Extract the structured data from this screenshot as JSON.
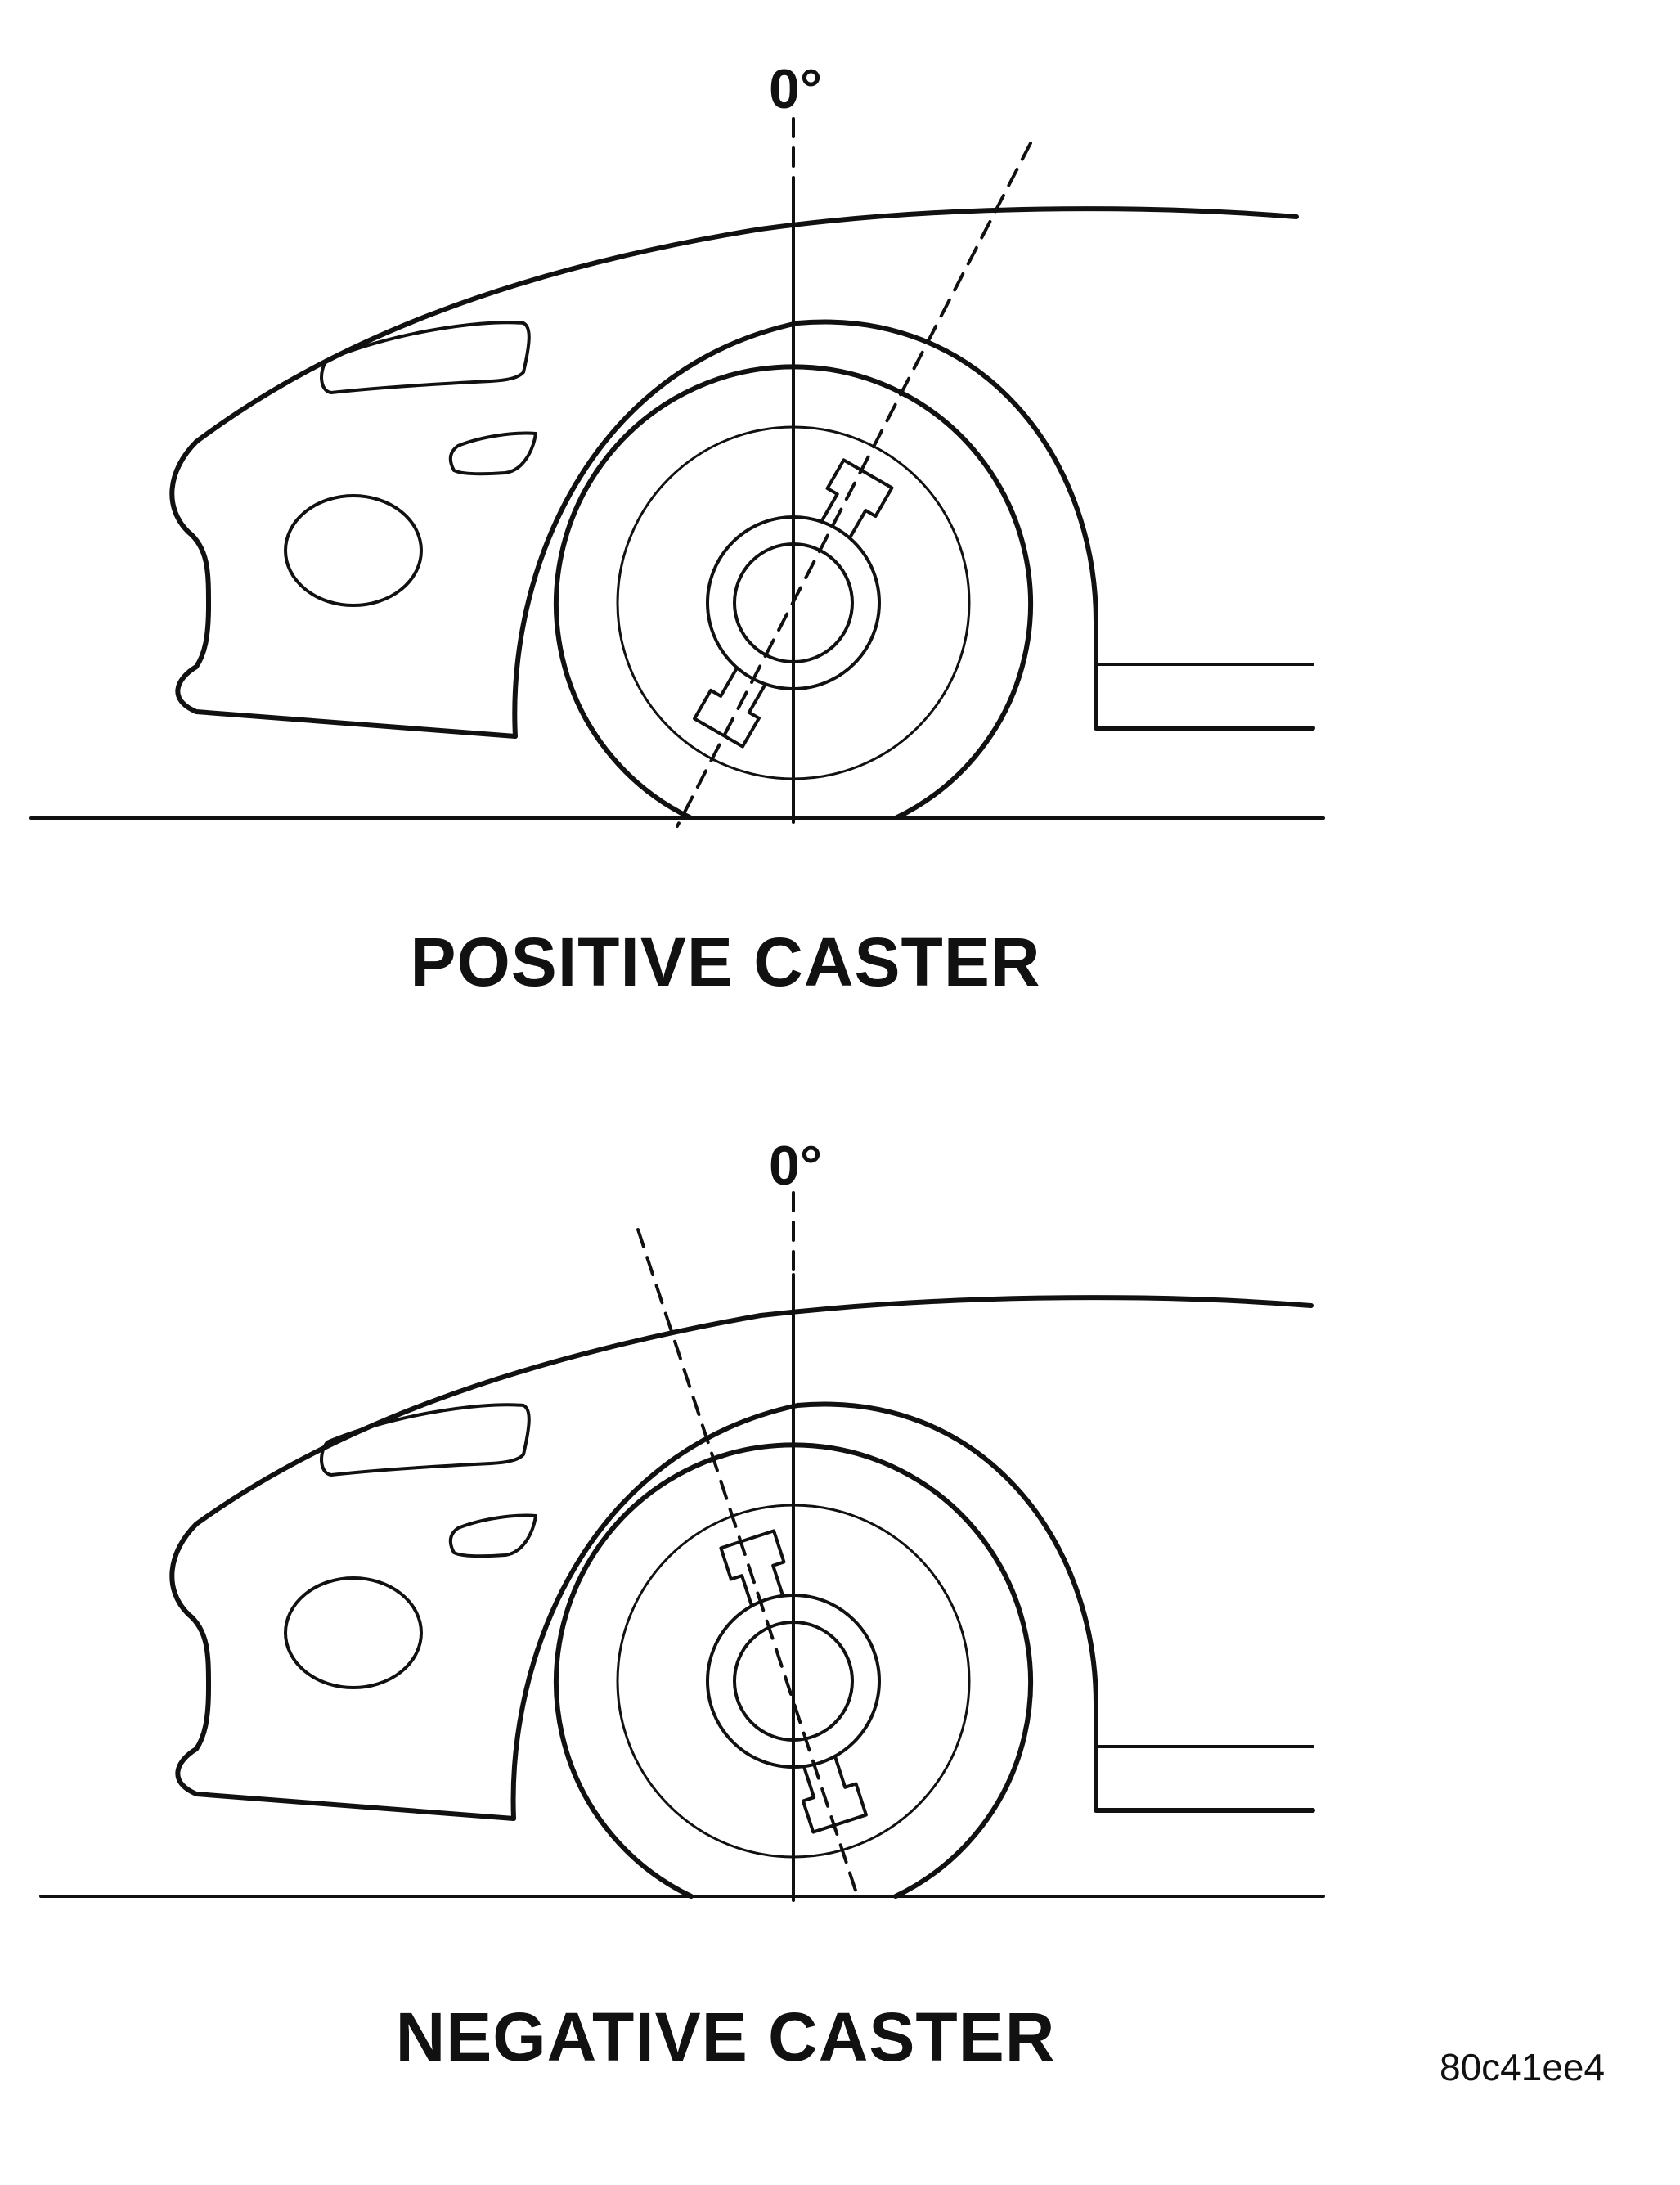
{
  "figure": {
    "panels": [
      {
        "id": "positive",
        "reference_label": "0°",
        "caption": "POSITIVE CASTER"
      },
      {
        "id": "negative",
        "reference_label": "0°",
        "caption": "NEGATIVE CASTER"
      }
    ],
    "code": "80c41ee4"
  }
}
